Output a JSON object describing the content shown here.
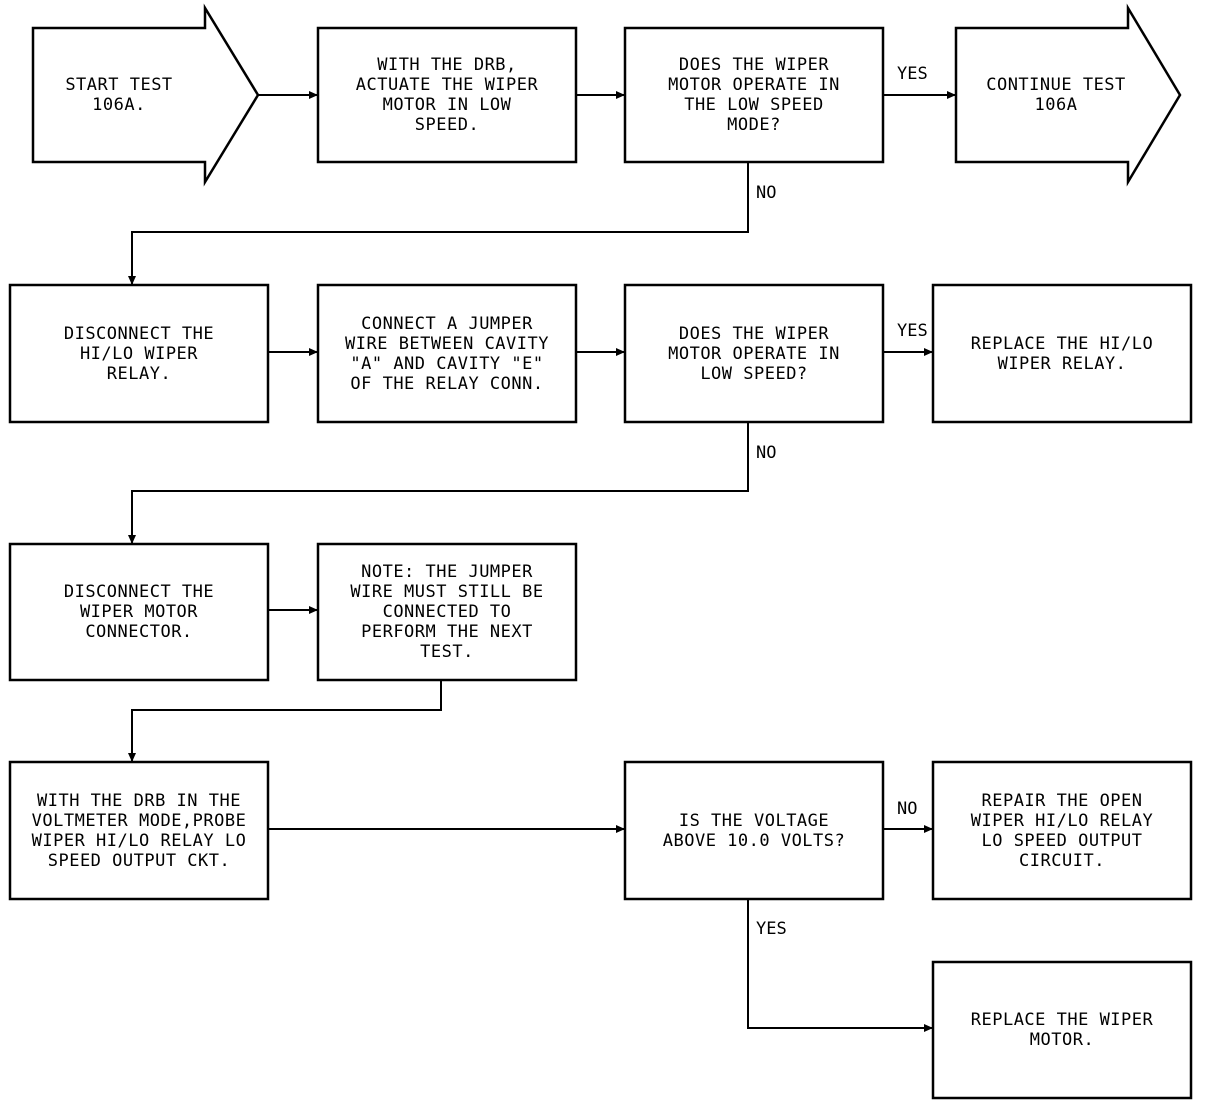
{
  "flowchart": {
    "start": "START TEST\n106A.",
    "actuate": "WITH THE DRB,\nACTUATE THE WIPER\nMOTOR IN LOW\nSPEED.",
    "q_low_mode": "DOES THE WIPER\nMOTOR OPERATE IN\nTHE LOW SPEED\nMODE?",
    "continue": "CONTINUE TEST\n106A",
    "disconnect_relay": "DISCONNECT THE\nHI/LO WIPER\nRELAY.",
    "connect_jumper": "CONNECT A JUMPER\nWIRE BETWEEN CAVITY\n\"A\" AND CAVITY \"E\"\nOF THE RELAY CONN.",
    "q_low_speed": "DOES THE WIPER\nMOTOR OPERATE IN\nLOW SPEED?",
    "replace_relay": "REPLACE THE HI/LO\nWIPER RELAY.",
    "disconnect_motor": "DISCONNECT THE\nWIPER MOTOR\nCONNECTOR.",
    "note": "NOTE: THE JUMPER\nWIRE MUST STILL BE\nCONNECTED TO\nPERFORM THE NEXT\nTEST.",
    "probe": "WITH THE DRB IN THE\nVOLTMETER MODE,PROBE\nWIPER HI/LO RELAY LO\nSPEED OUTPUT CKT.",
    "q_voltage": "IS THE VOLTAGE\nABOVE 10.0 VOLTS?",
    "repair": "REPAIR THE OPEN\nWIPER HI/LO RELAY\nLO SPEED OUTPUT\nCIRCUIT.",
    "replace_motor": "REPLACE THE WIPER\nMOTOR."
  },
  "labels": {
    "yes_1": "YES",
    "no_1": "NO",
    "yes_2": "YES",
    "no_2": "NO",
    "no_3": "NO",
    "yes_3": "YES"
  }
}
